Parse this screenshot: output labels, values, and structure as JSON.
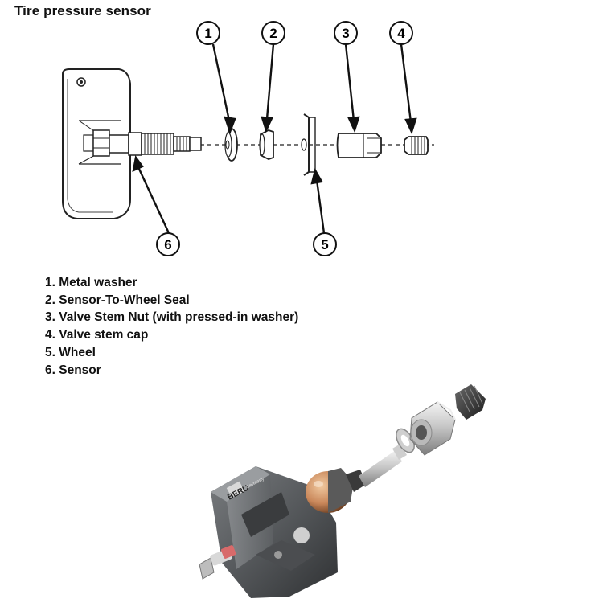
{
  "title": "Tire pressure sensor",
  "callouts": [
    "1",
    "2",
    "3",
    "4",
    "5",
    "6"
  ],
  "legend": [
    "1. Metal washer",
    "2. Sensor-To-Wheel Seal",
    "3. Valve Stem Nut (with pressed-in washer)",
    "4. Valve stem cap",
    "5. Wheel",
    "6. Sensor"
  ],
  "photo": {
    "brand": "BERU",
    "brand_sub": "Germany"
  }
}
